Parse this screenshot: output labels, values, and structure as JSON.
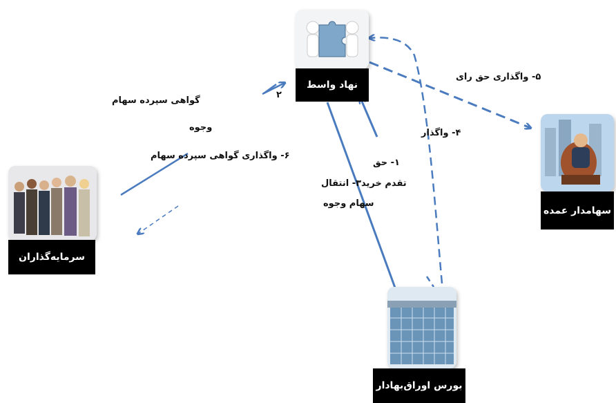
{
  "nodes": {
    "intermediary": "نهاد واسط",
    "investors": "سرمایه‌گذاران",
    "major_shareholder": "سهامدار عمده",
    "exchange": "بورس اوراق‌بهادار"
  },
  "labels": {
    "num2": "۲",
    "deposit_cert": "گواهی سپرده  سهام",
    "funds": "وجوه",
    "transfer_cert": "۶- واگذاری گواهی سپرده سهام",
    "vote_transfer": "۵- واگذاری حق رای",
    "transfer4": "۴- واگذار",
    "right1": "۱- حق",
    "line2": "تقدم خرید۳- انتقال",
    "line3": "سهام      وجوه"
  },
  "icons": {
    "intermediary": "puzzle-people-icon",
    "investors": "business-people-icon",
    "major_shareholder": "businessman-office-icon",
    "exchange": "building-icon"
  },
  "colors": {
    "arrow": "#4a7bbf",
    "label_bg": "#000000"
  }
}
